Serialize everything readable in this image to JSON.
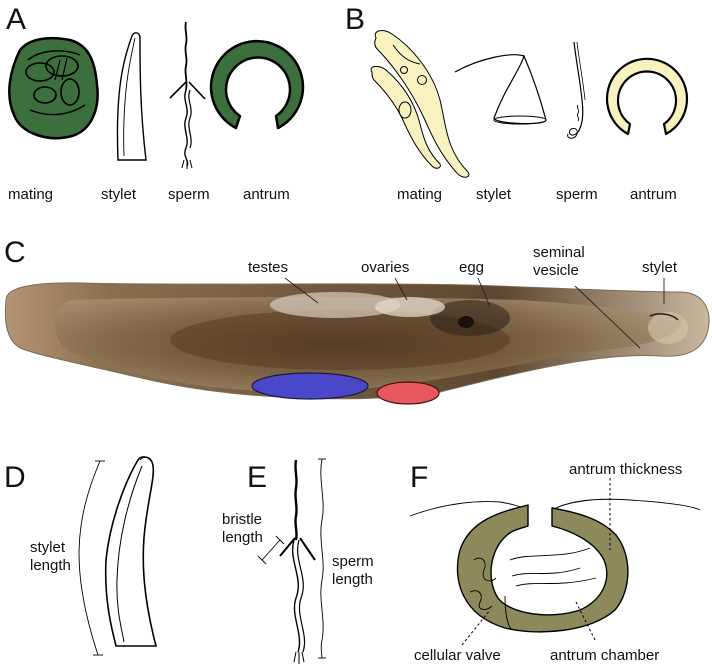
{
  "colors": {
    "panel_a_fill": "#3d6e3d",
    "panel_b_fill": "#f7f2c0",
    "panel_f_fill": "#8c8a5a",
    "testes_blue": "#4a48c8",
    "ovary_red": "#e8585e",
    "worm_body": "#8a7152"
  },
  "panels": {
    "a": {
      "letter": "A",
      "labels": {
        "mating": "mating",
        "stylet": "stylet",
        "sperm": "sperm",
        "antrum": "antrum"
      }
    },
    "b": {
      "letter": "B",
      "labels": {
        "mating": "mating",
        "stylet": "stylet",
        "sperm": "sperm",
        "antrum": "antrum"
      }
    },
    "c": {
      "letter": "C",
      "labels": {
        "testes": "testes",
        "ovaries": "ovaries",
        "egg": "egg",
        "seminal_line1": "seminal",
        "seminal_line2": "vesicle",
        "stylet": "stylet"
      }
    },
    "d": {
      "letter": "D",
      "labels": {
        "line1": "stylet",
        "line2": "length"
      }
    },
    "e": {
      "letter": "E",
      "labels": {
        "bristle1": "bristle",
        "bristle2": "length",
        "sperm1": "sperm",
        "sperm2": "length"
      }
    },
    "f": {
      "letter": "F",
      "labels": {
        "thickness": "antrum thickness",
        "valve": "cellular valve",
        "chamber": "antrum chamber"
      }
    }
  }
}
